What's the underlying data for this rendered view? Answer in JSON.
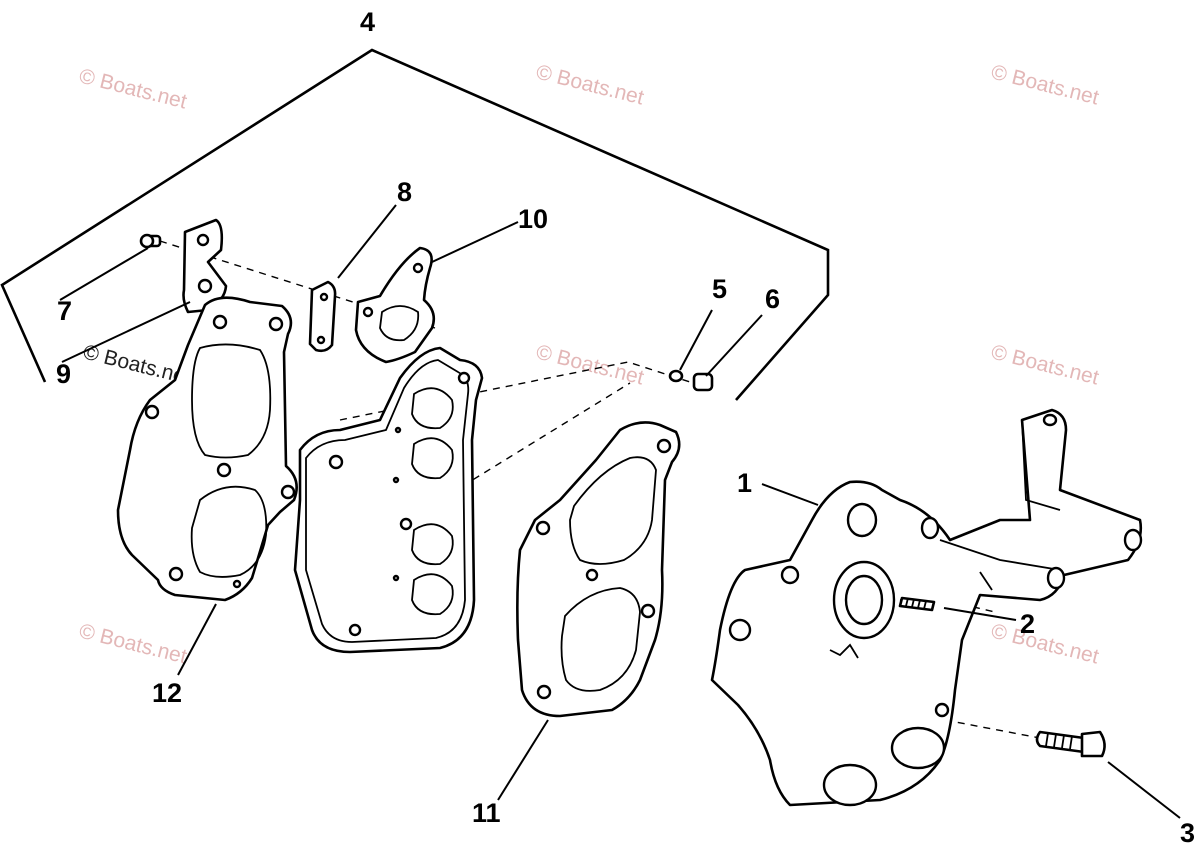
{
  "callouts": {
    "c1": "1",
    "c2": "2",
    "c3": "3",
    "c4": "4",
    "c5": "5",
    "c6": "6",
    "c7": "7",
    "c8": "8",
    "c9": "9",
    "c10": "10",
    "c11": "11",
    "c12": "12"
  },
  "watermark": {
    "text": "© Boats.net",
    "color": "#e3b7b7"
  }
}
